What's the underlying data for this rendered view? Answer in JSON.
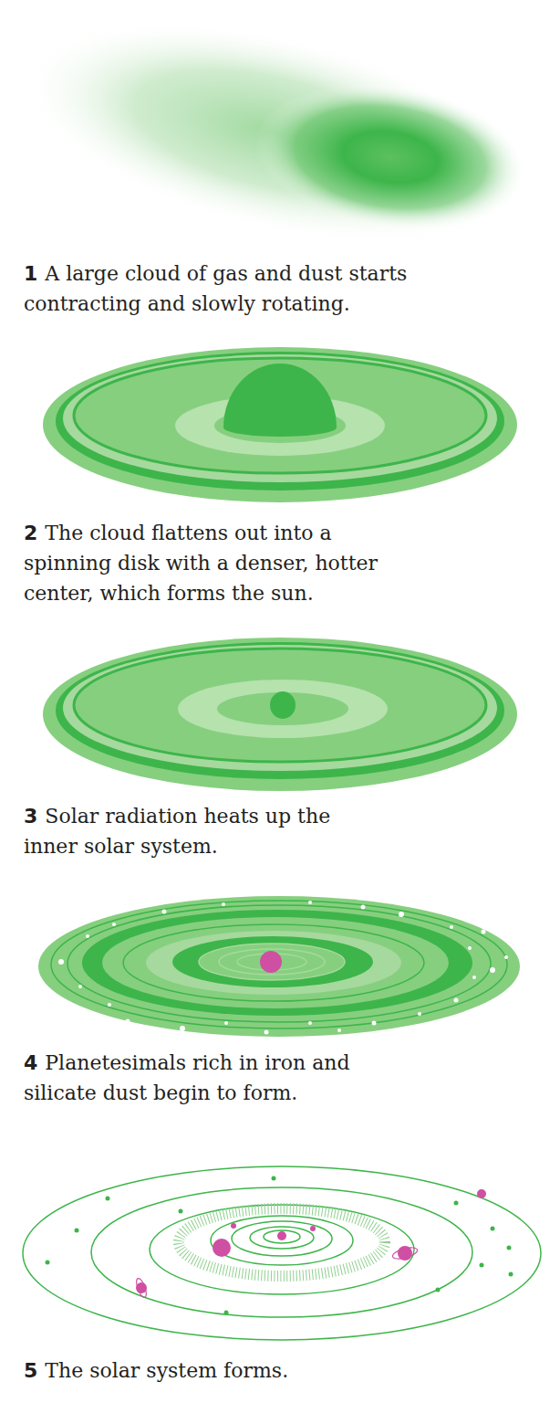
{
  "diagram": {
    "labels": [
      "1",
      "A large cloud of gas and dust starts contracting and slowly rotating.",
      "2",
      "The cloud flattens out into a spinning disk with a denser, hotter center, which forms the sun.",
      "3",
      "Solar radiation heats up the inner solar system.",
      "4",
      "Planetesimals rich in iron and silicate dust begin to form.",
      "5",
      "The solar system forms."
    ]
  }
}
